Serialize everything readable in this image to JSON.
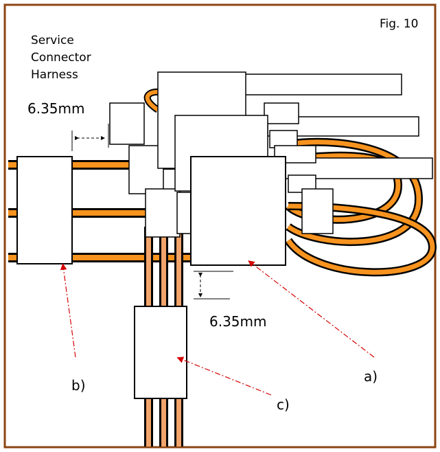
{
  "figure": {
    "fig_label": "Fig. 10",
    "title_lines": [
      "Service",
      "Connector",
      "Harness"
    ],
    "dimension_top": "6.35mm",
    "dimension_bottom": "6.35mm",
    "callouts": {
      "a": "a)",
      "b": "b)",
      "c": "c)"
    }
  },
  "colors": {
    "frame": "#8b4513",
    "wire_outline": "#000000",
    "wire_orange": "#f7931e",
    "wire_light": "#f2a46a",
    "callout_line": "#d40000"
  }
}
